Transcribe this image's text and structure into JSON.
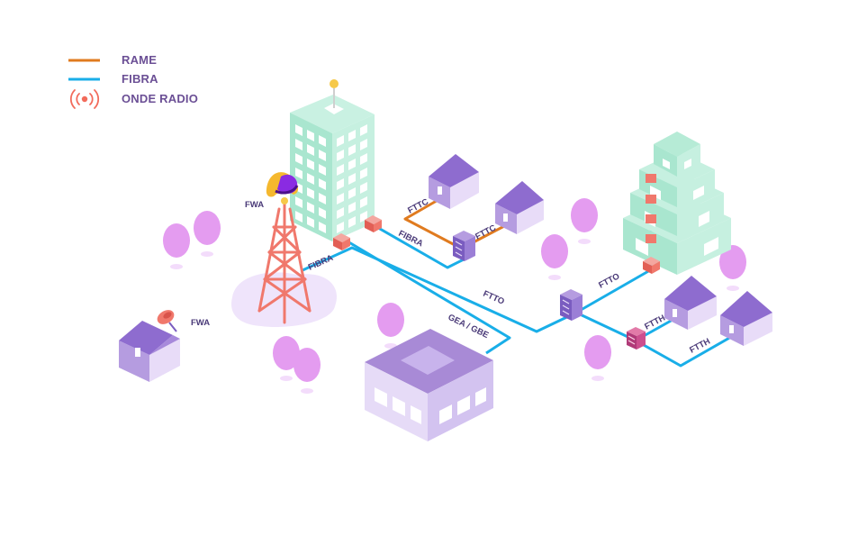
{
  "legend": {
    "copper": "RAME",
    "fiber": "FIBRA",
    "radio": "ONDE RADIO"
  },
  "labels": {
    "fwa_tower": "FWA",
    "fwa_house": "FWA",
    "fibra_main": "FIBRA",
    "fibra_cabinet": "FIBRA",
    "fttc_left": "FTTC",
    "fttc_right": "FTTC",
    "ftto_long": "FTTO",
    "ftto_short": "FTTO",
    "gea_gbe": "GEA / GBE",
    "ftth_a": "FTTH",
    "ftth_b": "FTTH"
  },
  "colors": {
    "copper": "#e07b1f",
    "fiber": "#19aee8",
    "radio": "#f26b5b",
    "building_green": "#a9e6cf",
    "house_purple": "#a88ad6",
    "tree_pink": "#e49cf0",
    "tower": "#f0786c",
    "label": "#4a3a78"
  },
  "icons": [
    "radio-waves-icon",
    "satellite-dish-icon",
    "transmission-tower-icon",
    "network-cabinet-icon",
    "brand-logo-icon"
  ]
}
